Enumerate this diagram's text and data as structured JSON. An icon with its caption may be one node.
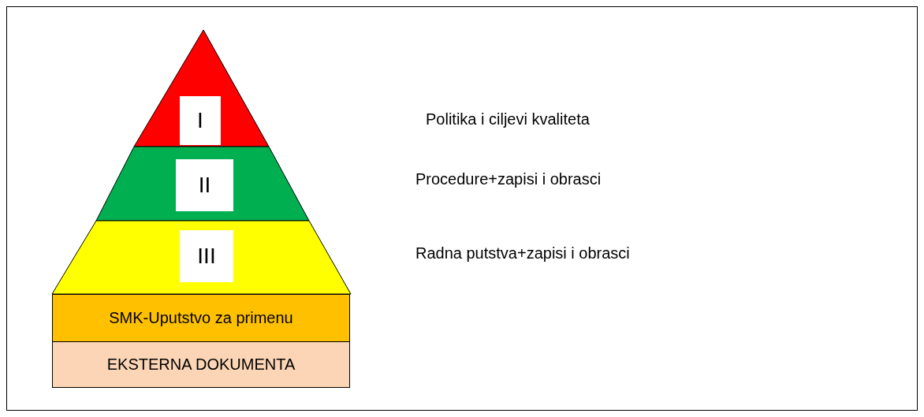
{
  "diagram": {
    "nodes": [
      {
        "text": [
          "I"
        ]
      },
      {
        "text": [
          "II"
        ]
      },
      {
        "text": [
          "III"
        ]
      },
      {
        "text": [
          "SMK-Uputstvo za primenu"
        ]
      },
      {
        "text": [
          "EKSTERNA DOKUMENTA"
        ]
      }
    ],
    "labels": [
      "Politika i ciljevi kvaliteta",
      "Procedure+zapisi i obrasci",
      "Radna putstva+zapisi i obrasci"
    ]
  }
}
